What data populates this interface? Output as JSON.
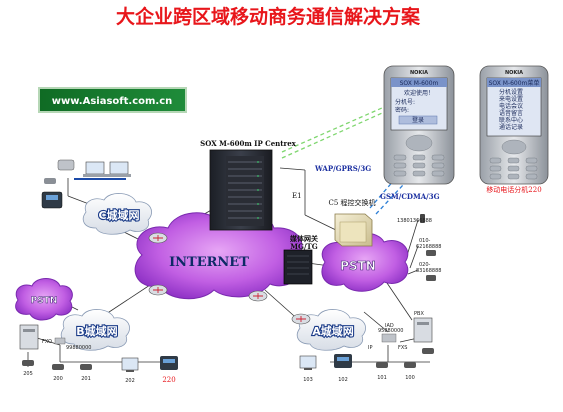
{
  "title": "大企业跨区域移动商务通信解决方案",
  "banner": "www.Asiasoft.com.cn",
  "server_label": "SOX M-600m IP Centrex",
  "wap_label": "WAP/GPRS/3G",
  "gsm_label": "GSM/CDMA/3G",
  "c5_label": "C5 程控交换机",
  "e1_label": "E1",
  "media_gw_label_1": "媒体网关",
  "media_gw_label_2": "MG/TG",
  "clouds": {
    "internet": "INTERNET",
    "pstn_main": "PSTN",
    "pstn_left": "PSTN"
  },
  "domains": {
    "c": "C城域网",
    "b": "B城域网",
    "a": "A城域网"
  },
  "mobile_caption": "移动电话分机220",
  "phone_left": {
    "brand": "NOKIA",
    "header": "SOX M-600m",
    "line1": "欢迎使用！",
    "line2": "分机号:",
    "line3": "密码:",
    "button": "登录"
  },
  "phone_right": {
    "brand": "NOKIA",
    "header": "SOX M-600m菜单",
    "menu": [
      "分机设置",
      "来电设置",
      "电话会议",
      "语音留言",
      "联系中心",
      "通话记录"
    ]
  },
  "numbers": {
    "mobile": "13801366888",
    "pstn_a": "010-",
    "pstn_a2": "62168888",
    "pstn_b": "020-",
    "pstn_b2": "83168888",
    "b_area": "99880000",
    "a_area": "95880000"
  },
  "extensions_b": [
    "205",
    "200",
    "201",
    "202",
    "220"
  ],
  "extensions_a": [
    "103",
    "102",
    "101",
    "100"
  ],
  "iad_label": "IAD",
  "pbx_label": "PBX",
  "fxs_label": "FXS",
  "fxo_label": "FXO",
  "ip_label": "IP"
}
